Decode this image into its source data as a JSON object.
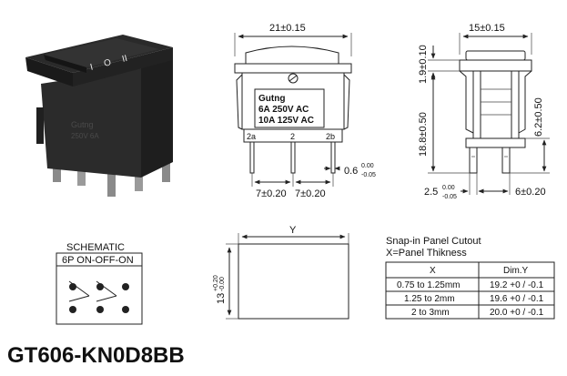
{
  "photo": {
    "rocker_marks": [
      "I",
      "O",
      "II"
    ],
    "body_text": [
      "Gutng",
      "250V 6A"
    ]
  },
  "front_view": {
    "width_dim": "21±0.15",
    "label_lines": [
      "Gutng",
      "6A 250V AC",
      "10A 125V AC"
    ],
    "pins": [
      "2a",
      "2",
      "2b"
    ],
    "pitch_left": "7±0.20",
    "pitch_right": "7±0.20",
    "pin_thickness": "0.6",
    "pin_thickness_tol_upper": "0.00",
    "pin_thickness_tol_lower": "-0.05"
  },
  "side_view": {
    "width_dim": "15±0.15",
    "dim_top": "1.9±0.10",
    "dim_body": "18.8±0.50",
    "dim_terminal": "6.2±0.50",
    "pin_width": "2.5",
    "pin_width_tol_upper": "0.00",
    "pin_width_tol_lower": "-0.05",
    "pin_spacing": "6±0.20"
  },
  "schematic": {
    "title": "SCHEMATIC",
    "type": "6P ON-OFF-ON"
  },
  "cutout_view": {
    "width_label": "Y",
    "height_dim": "13",
    "height_tol_upper": "+0.20",
    "height_tol_lower": "-0.00"
  },
  "cutout_table": {
    "title": "Snap-in Panel Cutout",
    "subtitle": "X=Panel Thikness",
    "headers": [
      "X",
      "Dim.Y"
    ],
    "rows": [
      [
        "0.75 to 1.25mm",
        "19.2 +0 / -0.1"
      ],
      [
        "1.25 to 2mm",
        "19.6 +0 / -0.1"
      ],
      [
        "2 to 3mm",
        "20.0 +0 / -0.1"
      ]
    ]
  },
  "part_number": "GT606-KN0D8BB"
}
